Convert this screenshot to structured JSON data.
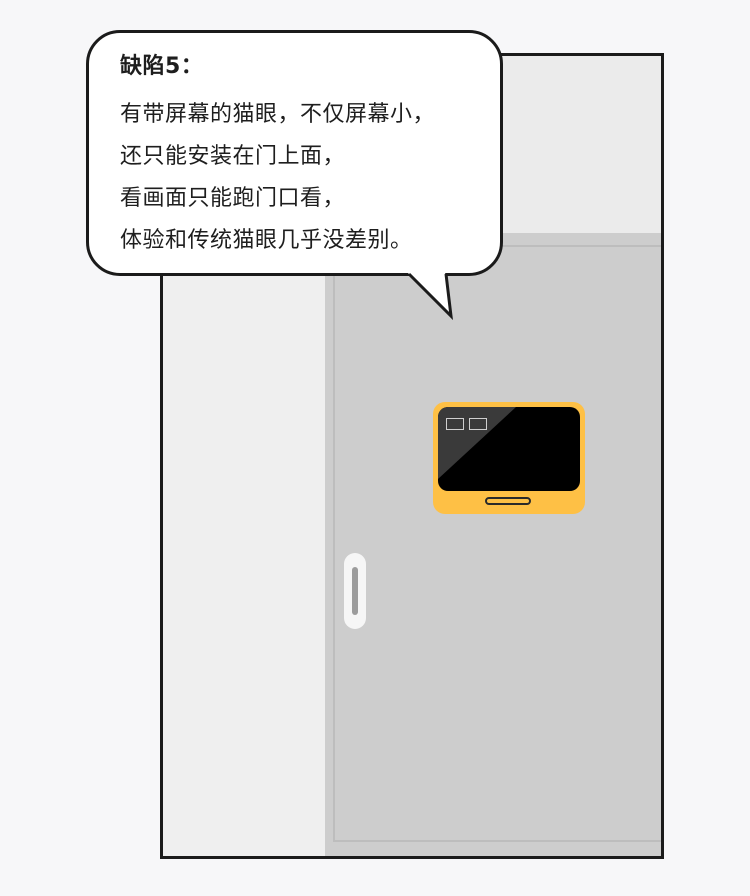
{
  "speech_bubble": {
    "title": "缺陷5：",
    "lines": [
      "有带屏幕的猫眼，不仅屏幕小，",
      "还只能安装在门上面，",
      "看画面只能跑门口看，",
      "体验和传统猫眼几乎没差别。"
    ]
  },
  "device": {
    "body_color": "#fec045",
    "screen_color": "#000000",
    "screen_icons": [
      "window-icon",
      "window-icon"
    ]
  },
  "colors": {
    "background": "#f7f7f9",
    "door": "#cdcdcd",
    "frame_outline": "#1b1b1b"
  }
}
